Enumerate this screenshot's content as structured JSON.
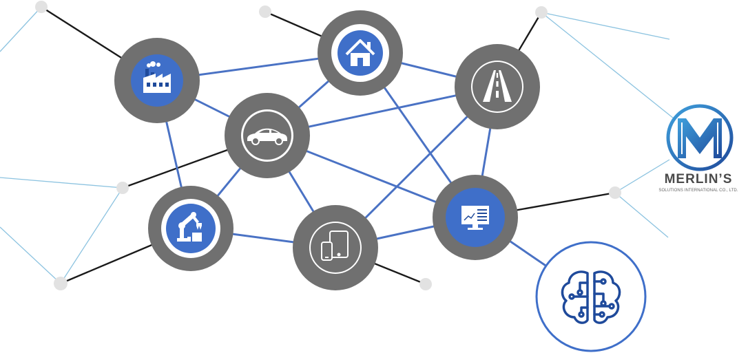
{
  "colors": {
    "hub_ring": "#707070",
    "blue": "#3f6fc9",
    "dark_blue": "#1f4a9b",
    "link_blue": "#4a72c4",
    "link_black": "#1a1a1a",
    "link_light": "#8cc3e0",
    "endpoint": "#e2e2e2"
  },
  "nodes": [
    {
      "id": "factory",
      "icon": "factory-icon"
    },
    {
      "id": "home",
      "icon": "house-icon"
    },
    {
      "id": "road",
      "icon": "road-icon"
    },
    {
      "id": "car",
      "icon": "car-icon"
    },
    {
      "id": "robot",
      "icon": "robotic-arm-icon"
    },
    {
      "id": "tablet",
      "icon": "tablet-phone-icon"
    },
    {
      "id": "monitor",
      "icon": "monitor-chart-icon"
    },
    {
      "id": "ai-brain",
      "icon": "circuit-brain-icon"
    }
  ],
  "logo": {
    "name": "MERLIN’S",
    "subtitle": "SOLUTIONS INTERNATIONAL CO., LTD.",
    "colors": [
      "#1f4a9b",
      "#3fa0dc"
    ]
  }
}
